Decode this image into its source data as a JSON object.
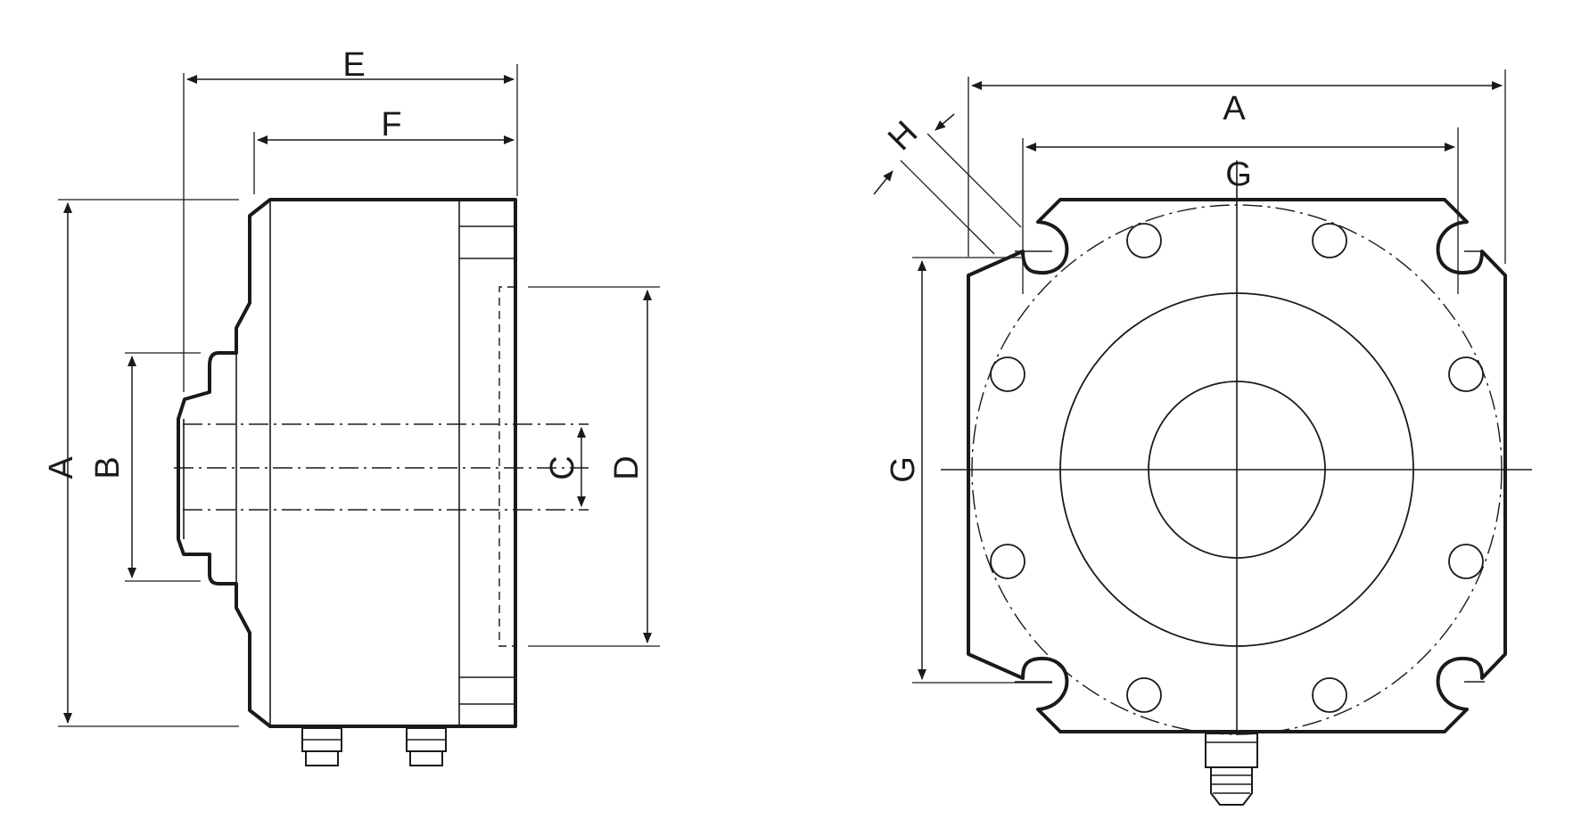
{
  "labels": {
    "side_A": "A",
    "side_B": "B",
    "side_C": "C",
    "side_D": "D",
    "side_E": "E",
    "side_F": "F",
    "front_A": "A",
    "front_G_top": "G",
    "front_G_left": "G",
    "front_H": "H"
  },
  "colors": {
    "line": "#1a1a1a",
    "background": "#ffffff"
  }
}
